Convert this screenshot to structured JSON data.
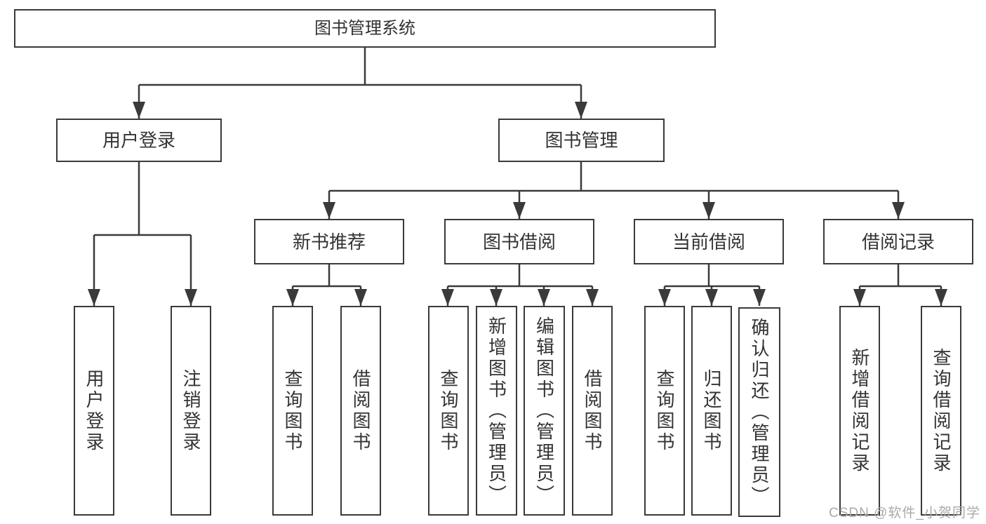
{
  "colors": {
    "line": "#3a3a3a",
    "text": "#333333",
    "background": "#ffffff",
    "watermark": "#a9a9a9"
  },
  "watermark": {
    "text": "CSDN @软件_小贺同学"
  },
  "tree": {
    "root": {
      "label": "图书管理系统"
    },
    "branches": [
      {
        "label": "用户登录",
        "children": [
          "用户登录",
          "注销登录"
        ]
      },
      {
        "label": "图书管理",
        "sections": [
          {
            "label": "新书推荐",
            "children": [
              "查询图书",
              "借阅图书"
            ]
          },
          {
            "label": "图书借阅",
            "children": [
              "查询图书",
              "新增图书（管理员）",
              "编辑图书（管理员）",
              "借阅图书"
            ]
          },
          {
            "label": "当前借阅",
            "children": [
              "查询图书",
              "归还图书",
              "确认归还（管理员）"
            ]
          },
          {
            "label": "借阅记录",
            "children": [
              "新增借阅记录",
              "查询借阅记录"
            ]
          }
        ]
      }
    ]
  }
}
